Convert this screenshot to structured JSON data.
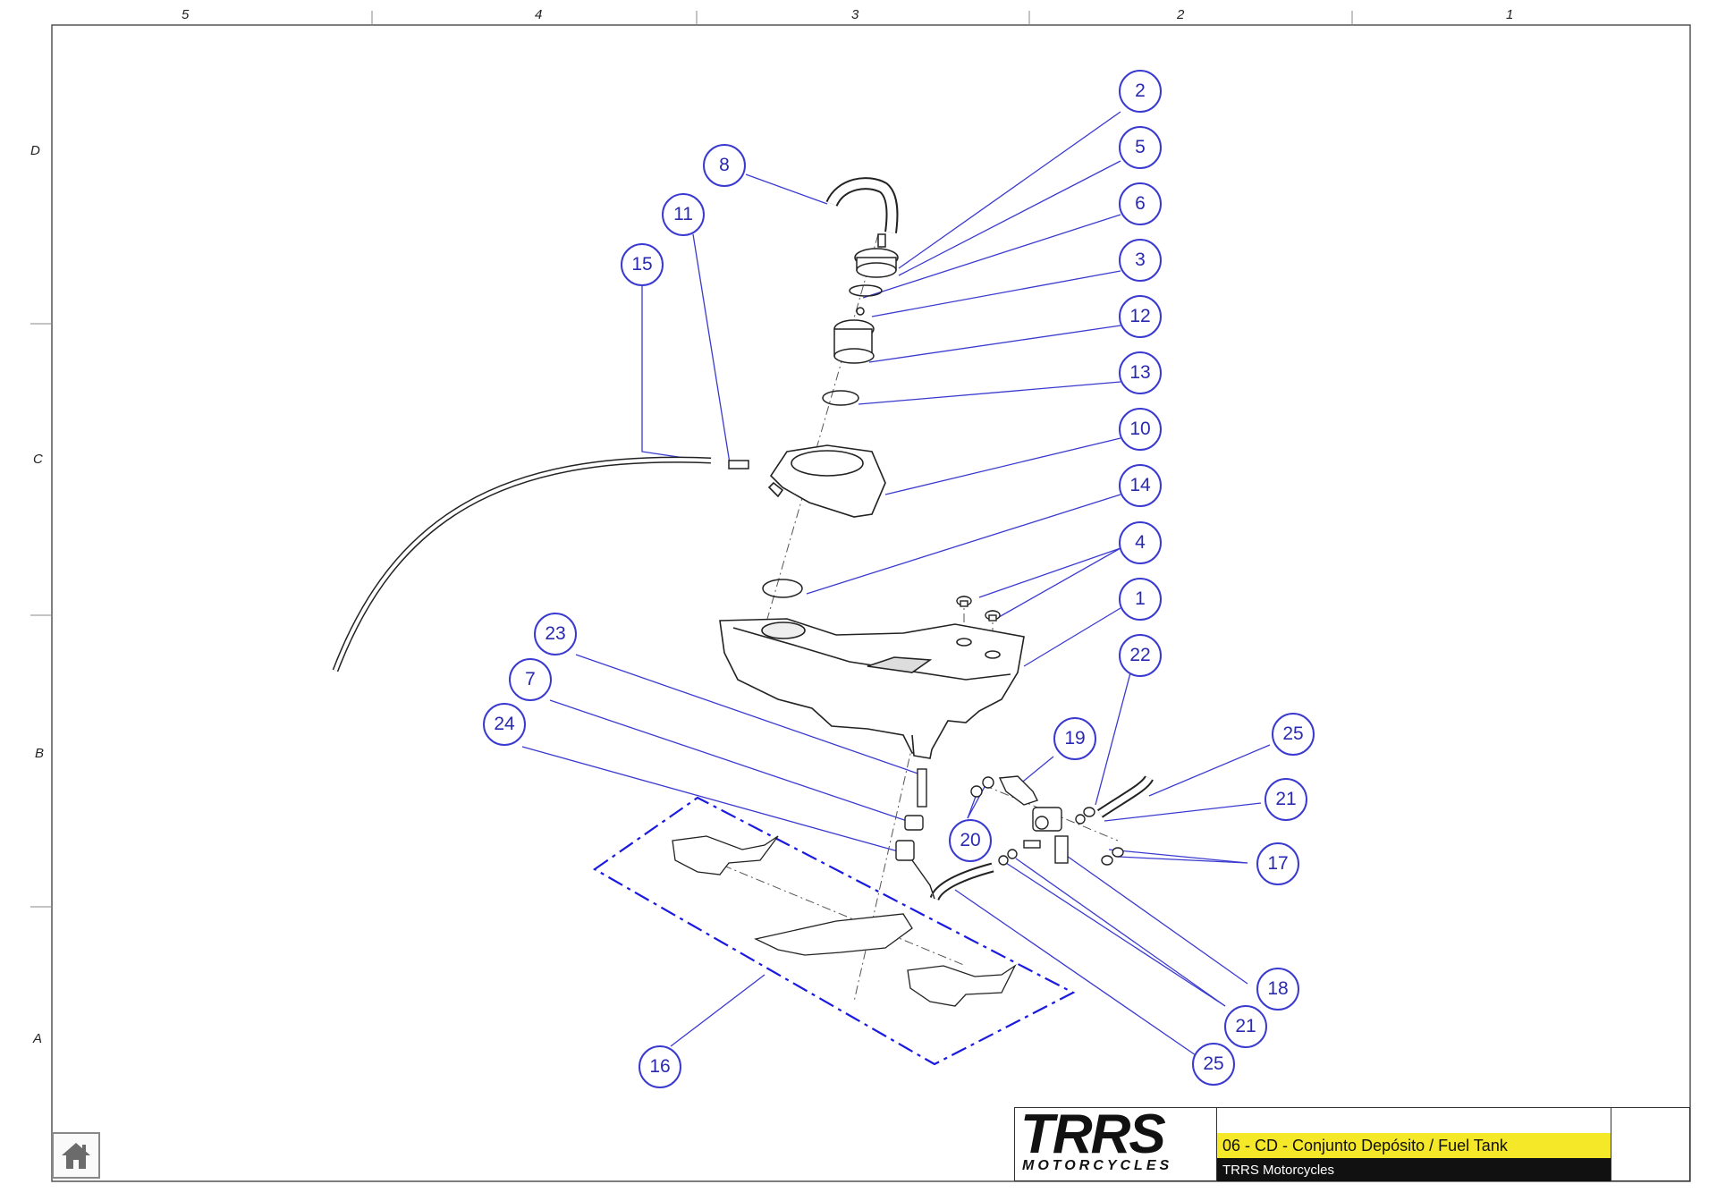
{
  "zones": {
    "columns": [
      "5",
      "4",
      "3",
      "2",
      "1"
    ],
    "rows": [
      "D",
      "C",
      "B",
      "A"
    ]
  },
  "callouts": [
    {
      "id": "c2",
      "label": "2"
    },
    {
      "id": "c5",
      "label": "5"
    },
    {
      "id": "c6",
      "label": "6"
    },
    {
      "id": "c3",
      "label": "3"
    },
    {
      "id": "c12",
      "label": "12"
    },
    {
      "id": "c13",
      "label": "13"
    },
    {
      "id": "c10",
      "label": "10"
    },
    {
      "id": "c14",
      "label": "14"
    },
    {
      "id": "c4",
      "label": "4"
    },
    {
      "id": "c1",
      "label": "1"
    },
    {
      "id": "c22",
      "label": "22"
    },
    {
      "id": "c8",
      "label": "8"
    },
    {
      "id": "c11",
      "label": "11"
    },
    {
      "id": "c15",
      "label": "15"
    },
    {
      "id": "c23",
      "label": "23"
    },
    {
      "id": "c7",
      "label": "7"
    },
    {
      "id": "c24",
      "label": "24"
    },
    {
      "id": "c19",
      "label": "19"
    },
    {
      "id": "c20",
      "label": "20"
    },
    {
      "id": "c25a",
      "label": "25"
    },
    {
      "id": "c21a",
      "label": "21"
    },
    {
      "id": "c17",
      "label": "17"
    },
    {
      "id": "c18",
      "label": "18"
    },
    {
      "id": "c21b",
      "label": "21"
    },
    {
      "id": "c25b",
      "label": "25"
    },
    {
      "id": "c16",
      "label": "16"
    }
  ],
  "title_block": {
    "logo_text": "TRRS",
    "logo_subtext": "MOTORCYCLES",
    "title": "06 - CD - Conjunto Depósito / Fuel Tank",
    "subtitle": "TRRS Motorcycles",
    "badge_icon": "trrs-t-shield-icon"
  },
  "nav": {
    "home_icon": "home-icon"
  },
  "colors": {
    "callout": "#3a3ad0",
    "leader": "#3a3ad0",
    "title_bar": "#f5e829",
    "subtitle_bar": "#111111",
    "badge": "#f5d800"
  }
}
